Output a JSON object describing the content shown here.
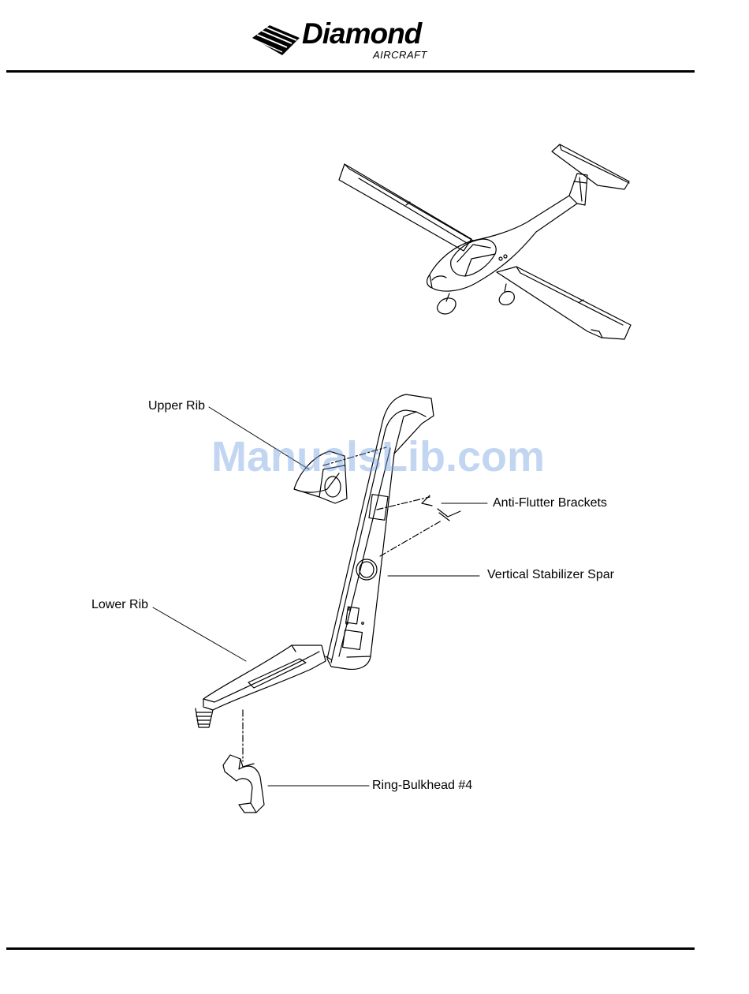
{
  "header": {
    "brand_name": "Diamond",
    "brand_sub": "AIRCRAFT"
  },
  "watermark": "ManualsLib.com",
  "callouts": {
    "upper_rib": "Upper Rib",
    "anti_flutter_brackets": "Anti-Flutter Brackets",
    "vertical_stabilizer_spar": "Vertical Stabilizer Spar",
    "lower_rib": "Lower Rib",
    "ring_bulkhead": "Ring-Bulkhead #4"
  }
}
